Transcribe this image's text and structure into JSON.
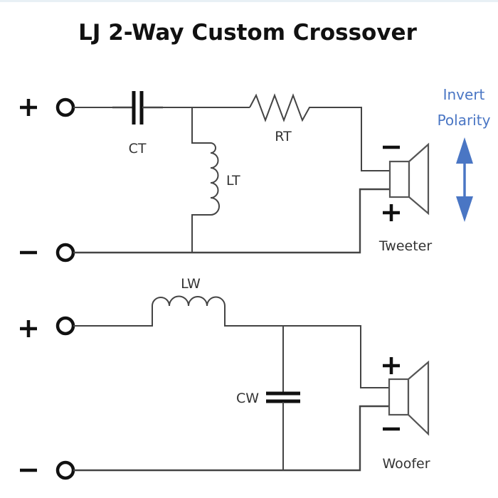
{
  "title": "LJ 2-Way Custom Crossover",
  "tweeter_section": {
    "input_plus": "+",
    "input_minus": "−",
    "components": {
      "capacitor": "CT",
      "inductor": "LT",
      "resistor": "RT"
    },
    "speaker": {
      "label": "Tweeter",
      "top_terminal": "−",
      "bottom_terminal": "+"
    },
    "annotation": {
      "line1": "Invert",
      "line2": "Polarity",
      "icon": "double-arrow-vertical-icon",
      "color": "#4a76c4"
    }
  },
  "woofer_section": {
    "input_plus": "+",
    "input_minus": "−",
    "components": {
      "inductor": "LW",
      "capacitor": "CW"
    },
    "speaker": {
      "label": "Woofer",
      "top_terminal": "+",
      "bottom_terminal": "−"
    }
  }
}
